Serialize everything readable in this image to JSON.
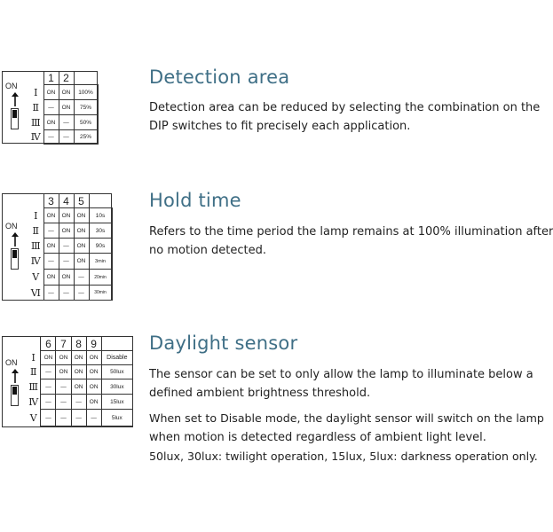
{
  "sections": [
    {
      "heading": "Detection area",
      "paragraphs": [
        "Detection area can be reduced by selecting  the combination on the",
        "DIP switches to fit precisely each application."
      ],
      "dip": {
        "on_label": "ON",
        "switch_numbers": [
          "1",
          "2"
        ],
        "rows": [
          {
            "roman": "Ⅰ",
            "cells": [
              "ON",
              "ON"
            ],
            "result": "100%"
          },
          {
            "roman": "Ⅱ",
            "cells": [
              "—",
              "ON"
            ],
            "result": "75%"
          },
          {
            "roman": "Ⅲ",
            "cells": [
              "ON",
              "—"
            ],
            "result": "50%"
          },
          {
            "roman": "Ⅳ",
            "cells": [
              "—",
              "—"
            ],
            "result": "25%"
          }
        ]
      }
    },
    {
      "heading": "Hold time",
      "paragraphs": [
        "Refers to the time period the lamp remains at 100% illumination after",
        "no motion detected."
      ],
      "dip": {
        "on_label": "ON",
        "switch_numbers": [
          "3",
          "4",
          "5"
        ],
        "rows": [
          {
            "roman": "Ⅰ",
            "cells": [
              "ON",
              "ON",
              "ON"
            ],
            "result": "10s"
          },
          {
            "roman": "Ⅱ",
            "cells": [
              "—",
              "ON",
              "ON"
            ],
            "result": "30s"
          },
          {
            "roman": "Ⅲ",
            "cells": [
              "ON",
              "—",
              "ON"
            ],
            "result": "90s"
          },
          {
            "roman": "Ⅳ",
            "cells": [
              "—",
              "—",
              "ON"
            ],
            "result": "3min"
          },
          {
            "roman": "Ⅴ",
            "cells": [
              "ON",
              "ON",
              "—"
            ],
            "result": "20min"
          },
          {
            "roman": "Ⅵ",
            "cells": [
              "—",
              "—",
              "—"
            ],
            "result": "30min"
          }
        ]
      }
    },
    {
      "heading": "Daylight sensor",
      "paragraphs": [
        "The sensor can be set to only allow the lamp to illuminate below a",
        "defined ambient brightness threshold.",
        "When set to Disable mode, the daylight sensor will switch on the lamp",
        "when motion is detected regardless of ambient light level.",
        "50lux, 30lux: twilight operation, 15lux, 5lux: darkness operation only."
      ],
      "dip": {
        "on_label": "ON",
        "switch_numbers": [
          "6",
          "7",
          "8",
          "9"
        ],
        "rows": [
          {
            "roman": "Ⅰ",
            "cells": [
              "ON",
              "ON",
              "ON",
              "ON"
            ],
            "result": "Disable"
          },
          {
            "roman": "Ⅱ",
            "cells": [
              "—",
              "ON",
              "ON",
              "ON"
            ],
            "result": "50lux"
          },
          {
            "roman": "Ⅲ",
            "cells": [
              "—",
              "—",
              "ON",
              "ON"
            ],
            "result": "30lux"
          },
          {
            "roman": "Ⅳ",
            "cells": [
              "—",
              "—",
              "—",
              "ON"
            ],
            "result": "15lux"
          },
          {
            "roman": "Ⅴ",
            "cells": [
              "—",
              "—",
              "—",
              "—"
            ],
            "result": "5lux"
          }
        ]
      }
    }
  ],
  "colors": {
    "heading": "#3f6f86",
    "text": "#222222",
    "border": "#333333"
  },
  "icons": {
    "arrow": "up-arrow-icon",
    "switch": "dip-switch-icon"
  }
}
